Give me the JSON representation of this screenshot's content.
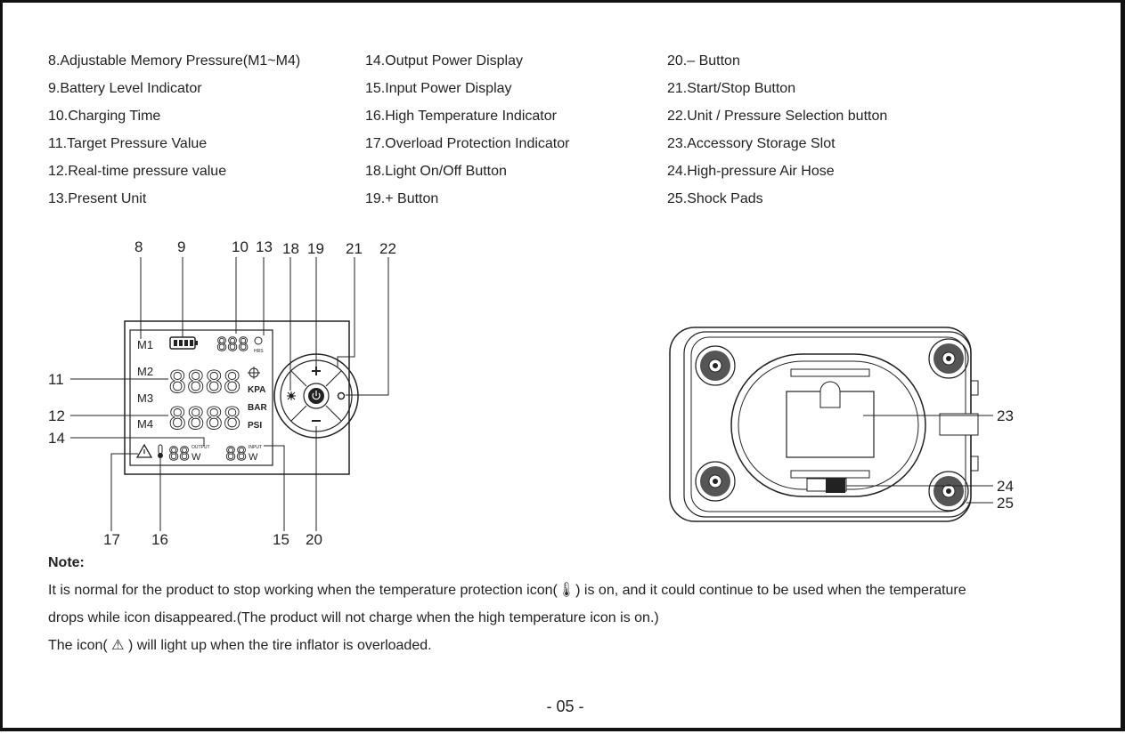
{
  "legend": {
    "col1": [
      "8.Adjustable Memory Pressure(M1~M4)",
      "9.Battery Level Indicator",
      "10.Charging Time",
      "11.Target Pressure Value",
      "12.Real-time pressure value",
      "13.Present Unit"
    ],
    "col2": [
      "14.Output Power Display",
      "15.Input Power Display",
      "16.High Temperature Indicator",
      "17.Overload Protection Indicator",
      "18.Light On/Off Button",
      "19.+ Button"
    ],
    "col3": [
      "20.– Button",
      "21.Start/Stop Button",
      "22.Unit / Pressure Selection button",
      "23.Accessory Storage Slot",
      "24.High-pressure Air Hose",
      "25.Shock Pads"
    ]
  },
  "callouts": {
    "n8": "8",
    "n9": "9",
    "n10": "10",
    "n13": "13",
    "n18": "18",
    "n19": "19",
    "n21": "21",
    "n22": "22",
    "n11": "11",
    "n12": "12",
    "n14": "14",
    "n17": "17",
    "n16": "16",
    "n15": "15",
    "n20": "20",
    "n23": "23",
    "n24": "24",
    "n25": "25"
  },
  "lcd": {
    "m1": "M1",
    "m2": "M2",
    "m3": "M3",
    "m4": "M4",
    "digits3": "888",
    "digits4a": "8888",
    "digits4b": "8888",
    "digits2a": "88",
    "digits2b": "88",
    "hrs": "HRS",
    "kpa": "KPA",
    "bar": "BAR",
    "psi": "PSI",
    "output": "OUTPUT",
    "input": "INPUT",
    "w1": "W",
    "w2": "W"
  },
  "note": {
    "heading": "Note:",
    "p1a": "It is normal for the product to stop working when the temperature protection icon(",
    "p1b": ") is on, and it could continue to be used when the temperature",
    "p2": "drops while icon disappeared.(The product will not charge when the high temperature icon is on.)",
    "p3a": "The icon(",
    "p3b": ") will light up when the tire inflator is overloaded."
  },
  "page_number": "- 05 -"
}
